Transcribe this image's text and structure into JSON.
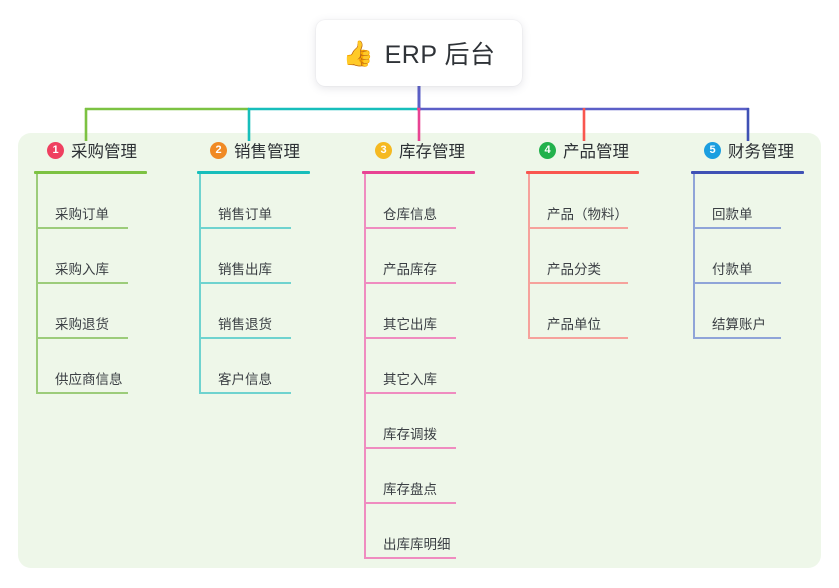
{
  "root": {
    "icon": "thumbs-up-icon",
    "emoji": "👍",
    "label": "ERP 后台"
  },
  "palette": {
    "panel_background": "#eef7e9",
    "page_background": "#ffffff",
    "root_box_background": "#ffffff",
    "root_text": "#2f3338",
    "bus_purple": "#5b5fc7",
    "branch_green": "#7cc242",
    "branch_teal": "#17bebb",
    "branch_pink": "#e84393",
    "branch_red": "#f9564f",
    "branch_blue": "#3f51b5",
    "badge_1": "#ef4060",
    "badge_2": "#f08a24",
    "badge_3": "#f5b921",
    "badge_4": "#22b14c",
    "badge_5": "#1b9ee0",
    "leaf_rule_green": "#9ccc7a",
    "leaf_rule_teal": "#6fd3cf",
    "leaf_rule_pink": "#ef8cc0",
    "leaf_rule_red": "#f6a29c",
    "leaf_rule_blue": "#8fa4d8"
  },
  "columns": [
    {
      "index": "1",
      "badge_color": "#ef4060",
      "rule_color": "#7cc242",
      "spine_color": "#9ccc7a",
      "leaf_rule_color": "#9ccc7a",
      "title": "采购管理",
      "items": [
        "采购订单",
        "采购入库",
        "采购退货",
        "供应商信息"
      ]
    },
    {
      "index": "2",
      "badge_color": "#f08a24",
      "rule_color": "#17bebb",
      "spine_color": "#6fd3cf",
      "leaf_rule_color": "#6fd3cf",
      "title": "销售管理",
      "items": [
        "销售订单",
        "销售出库",
        "销售退货",
        "客户信息"
      ]
    },
    {
      "index": "3",
      "badge_color": "#f5b921",
      "rule_color": "#e84393",
      "spine_color": "#ef8cc0",
      "leaf_rule_color": "#ef8cc0",
      "title": "库存管理",
      "items": [
        "仓库信息",
        "产品库存",
        "其它出库",
        "其它入库",
        "库存调拨",
        "库存盘点",
        "出库库明细"
      ]
    },
    {
      "index": "4",
      "badge_color": "#22b14c",
      "rule_color": "#f9564f",
      "spine_color": "#f6a29c",
      "leaf_rule_color": "#f6a29c",
      "title": "产品管理",
      "items": [
        "产品（物料）",
        "产品分类",
        "产品单位"
      ]
    },
    {
      "index": "5",
      "badge_color": "#1b9ee0",
      "rule_color": "#3f51b5",
      "spine_color": "#8fa4d8",
      "leaf_rule_color": "#8fa4d8",
      "title": "财务管理",
      "items": [
        "回款单",
        "付款单",
        "结算账户",
        "",
        "",
        "",
        ""
      ]
    }
  ]
}
